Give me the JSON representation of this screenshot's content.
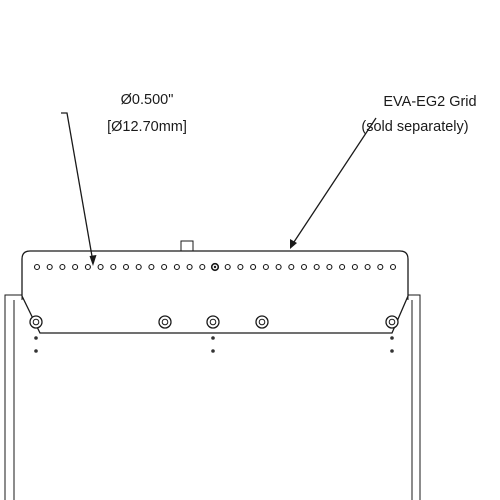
{
  "callouts": {
    "hole_diameter": {
      "imperial": "Ø0.500\"",
      "metric": "[Ø12.70mm]"
    },
    "grid": {
      "name": "EVA-EG2 Grid",
      "note": "(sold separately)"
    }
  },
  "grid_panel": {
    "hole_count": 29,
    "marked_hole_index": 14
  },
  "bracket": {
    "screw_count": 5
  }
}
